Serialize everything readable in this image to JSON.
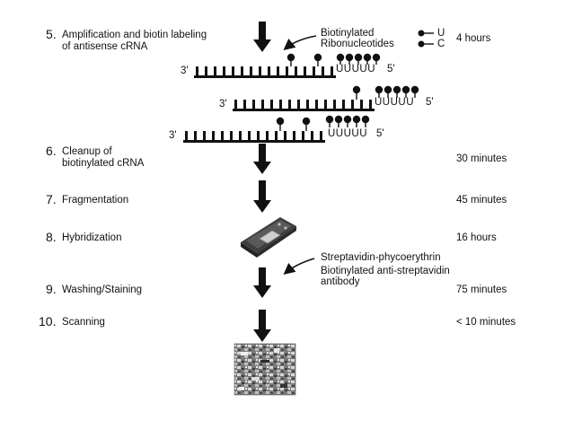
{
  "steps": [
    {
      "number": "5.",
      "lines": [
        "Amplification and biotin labeling",
        "of antisense cRNA"
      ],
      "time": "4 hours"
    },
    {
      "number": "6.",
      "lines": [
        "Cleanup of",
        "biotinylated cRNA"
      ],
      "time": "30 minutes"
    },
    {
      "number": "7.",
      "lines": [
        "Fragmentation"
      ],
      "time": "45 minutes"
    },
    {
      "number": "8.",
      "lines": [
        "Hybridization"
      ],
      "time": "16 hours"
    },
    {
      "number": "9.",
      "lines": [
        "Washing/Staining"
      ],
      "time": "75 minutes"
    },
    {
      "number": "10.",
      "lines": [
        "Scanning"
      ],
      "time": "< 10 minutes"
    }
  ],
  "annotations": {
    "biotinylated": [
      "Biotinylated",
      "Ribonucleotides"
    ],
    "legend_u": "U",
    "legend_c": "C",
    "streptavidin": "Streptavidin-phycoerythrin",
    "antibody": [
      "Biotinylated anti-streptavidin",
      "antibody"
    ]
  },
  "strands": [
    {
      "left_end": "3'",
      "tail": "UUUUU",
      "right_end": "5'"
    },
    {
      "left_end": "3'",
      "tail": "UUUUU",
      "right_end": "5'"
    },
    {
      "left_end": "3'",
      "tail": "UUUUU",
      "right_end": "5'"
    }
  ],
  "colors": {
    "ink": "#111111",
    "chip_body": "#5a5a5a",
    "chip_window": "#cfcfcf"
  }
}
